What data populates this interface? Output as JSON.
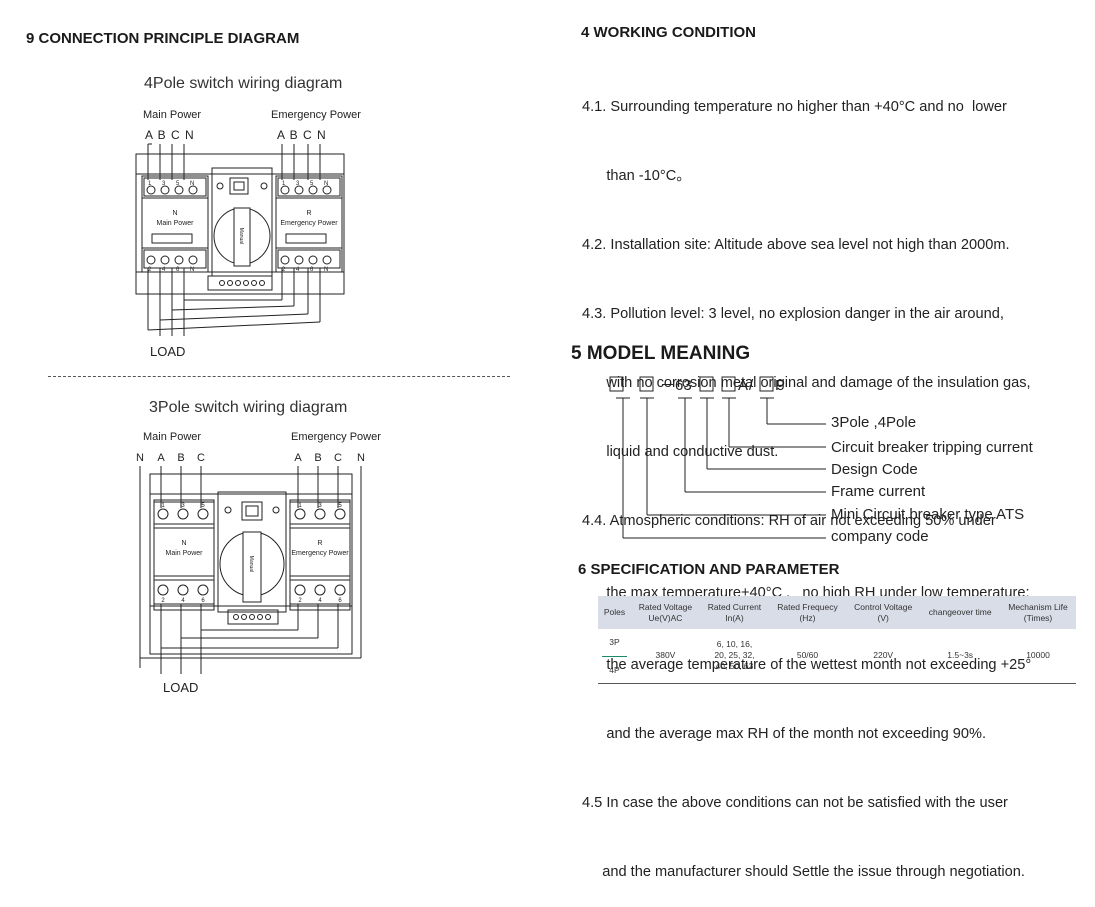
{
  "left": {
    "section_title": "9  CONNECTION PRINCIPLE DIAGRAM",
    "diagram4": {
      "title": "4Pole switch wiring diagram",
      "main_power": "Main Power",
      "emergency_power": "Emergency Power",
      "phases_left": "A B C N",
      "phases_right": "A B C N",
      "n_label": "N",
      "n_sub": "Main Power",
      "r_label": "R",
      "r_sub": "Emergency Power",
      "top_terms_l": [
        "1",
        "3",
        "5",
        "N"
      ],
      "top_terms_r": [
        "1",
        "3",
        "5",
        "N"
      ],
      "bot_terms_l": [
        "2",
        "4",
        "6",
        "N"
      ],
      "bot_terms_r": [
        "2",
        "4",
        "6",
        "N"
      ],
      "knob_text": "Manual",
      "load": "LOAD"
    },
    "diagram3": {
      "title": "3Pole switch wiring diagram",
      "main_power": "Main Power",
      "emergency_power": "Emergency Power",
      "phases_left": [
        "N",
        "A",
        "B",
        "C"
      ],
      "phases_right": [
        "A",
        "B",
        "C",
        "N"
      ],
      "n_label": "N",
      "n_sub": "Main Power",
      "r_label": "R",
      "r_sub": "Emergency Power",
      "top_terms": [
        "1",
        "3",
        "5"
      ],
      "bot_terms": [
        "2",
        "4",
        "6"
      ],
      "knob_text": "Manual",
      "load": "LOAD"
    }
  },
  "working": {
    "title": "4 WORKING CONDITION",
    "lines": [
      "4.1. Surrounding temperature no higher than +40°C and no  lower",
      "      than -10°C。",
      "4.2. Installation site: Altitude above sea level not high than 2000m.",
      "4.3. Pollution level: 3 level, no explosion danger in the air around,",
      "      with no corrosion metal original and damage of the insulation gas,",
      "      liquid and conductive dust.",
      "4.4. Atmospheric conditions: RH of air not exceeding 50% under",
      "      the max temperature+40°C ,   no high RH under low temperature;",
      "      the average temperature of the wettest month not exceeding +25°",
      "      and the average max RH of the month not exceeding 90%.",
      "4.5 In case the above conditions can not be satisfied with the user",
      "     and the manufacturer should Settle the issue through negotiation."
    ]
  },
  "model": {
    "title": "5 MODEL MEANING",
    "code_mid": "－63",
    "code_a": "A",
    "code_slash": "/",
    "code_p": "P",
    "labels": [
      "3Pole ,4Pole",
      "Circuit breaker tripping current",
      "Design Code",
      "Frame current",
      "Mini Circuit breaker type ATS",
      "company code"
    ]
  },
  "spec": {
    "title": "6 SPECIFICATION AND PARAMETER",
    "headers": [
      [
        "Poles",
        ""
      ],
      [
        "Rated Voltage",
        "Ue(V)AC"
      ],
      [
        "Rated Current",
        "In(A)"
      ],
      [
        "Rated Frequecy",
        "(Hz)"
      ],
      [
        "Control Voltage",
        "(V)"
      ],
      [
        "changeover time",
        ""
      ],
      [
        "Mechanism Life",
        "(Times)"
      ]
    ],
    "poles": [
      "3P",
      "4P"
    ],
    "voltage": "380V",
    "current_lines": [
      "6, 10, 16,",
      "20, 25, 32,",
      "40, 50, 63"
    ],
    "frequency": "50/60",
    "control_voltage": "220V",
    "changeover": "1.5~3s",
    "life": "10000"
  }
}
